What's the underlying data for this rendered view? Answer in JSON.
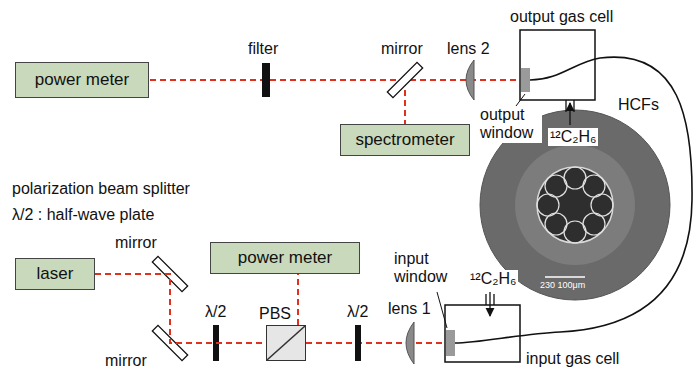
{
  "diagram": {
    "nodes": [
      {
        "text": [
          "power meter"
        ]
      },
      {
        "text": [
          "spectrometer"
        ]
      },
      {
        "text": [
          "laser"
        ]
      },
      {
        "text": [
          "power meter"
        ]
      },
      {
        "text": [
          "PBS"
        ]
      }
    ],
    "edges": [
      {
        "from": 2,
        "to": 4,
        "arrow": "none"
      },
      {
        "from": 4,
        "to": 3,
        "arrow": "none"
      }
    ],
    "labels": [
      "filter",
      "mirror",
      "lens 2",
      "output gas cell",
      "output window",
      "¹²C₂H₆",
      "HCFs",
      "polarization beam splitter",
      "λ/2 : half-wave plate",
      "mirror",
      "mirror",
      "λ/2",
      "λ/2",
      "lens 1",
      "input window",
      "¹²C₂H₆",
      "input gas cell",
      "230 100μm"
    ]
  }
}
